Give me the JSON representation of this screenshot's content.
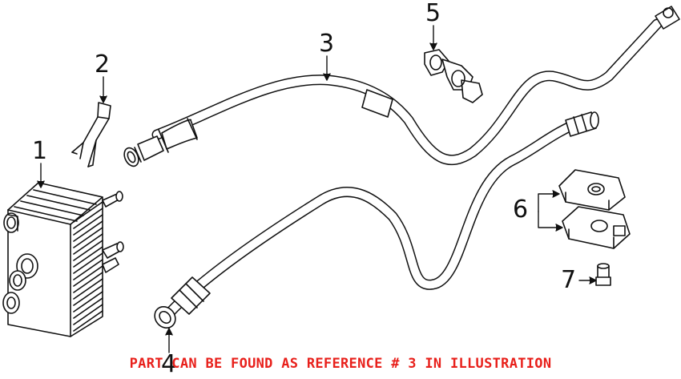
{
  "diagram": {
    "callouts": [
      {
        "id": "1",
        "label": "1",
        "part": "oil-cooler"
      },
      {
        "id": "2",
        "label": "2",
        "part": "hose-clip"
      },
      {
        "id": "3",
        "label": "3",
        "part": "upper-oil-line"
      },
      {
        "id": "4",
        "label": "4",
        "part": "lower-oil-line"
      },
      {
        "id": "5",
        "label": "5",
        "part": "line-holder"
      },
      {
        "id": "6",
        "label": "6",
        "part": "bracket-pair"
      },
      {
        "id": "7",
        "label": "7",
        "part": "bolt"
      }
    ],
    "notice": "PART CAN BE FOUND AS REFERENCE # 3 IN ILLUSTRATION",
    "colors": {
      "line_art": "#111111",
      "notice": "#e8201b",
      "background": "#ffffff"
    }
  }
}
